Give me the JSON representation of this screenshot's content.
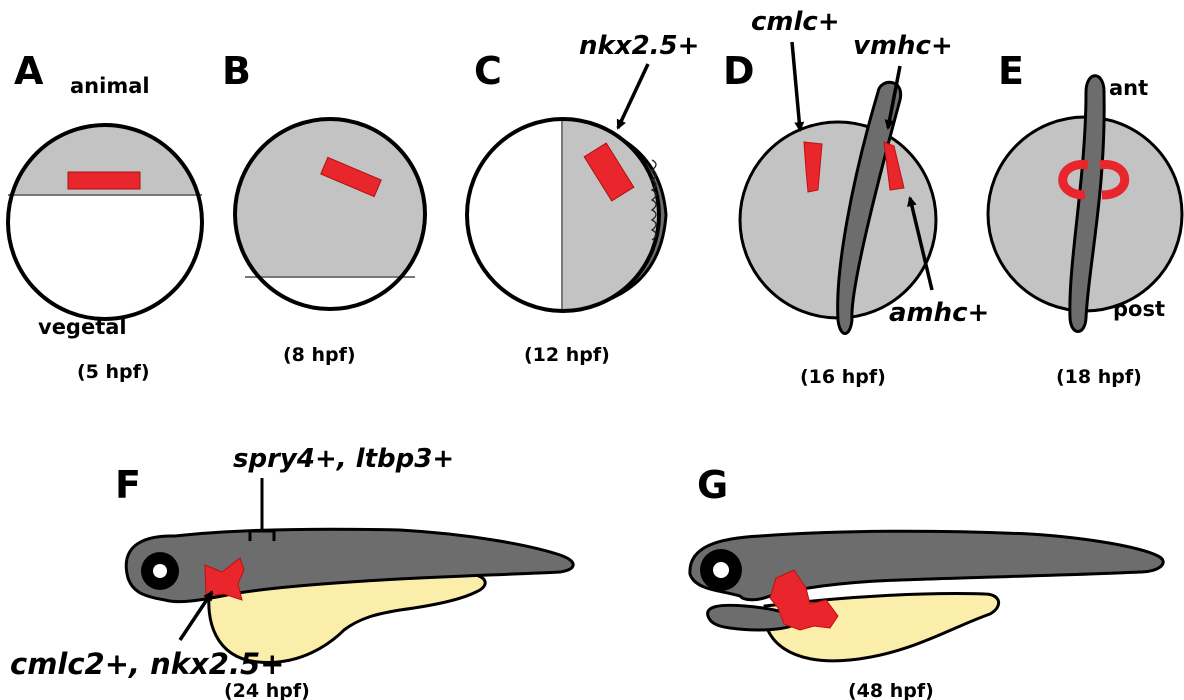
{
  "colors": {
    "grey_light": "#c3c3c3",
    "grey_dark": "#6d6d6d",
    "red": "#e8262b",
    "yolk": "#fbeeaa",
    "outline": "#000000",
    "white": "#ffffff"
  },
  "panels": {
    "a": {
      "letter": "A",
      "top_label": "animal",
      "bottom_label": "vegetal",
      "time": "(5 hpf)"
    },
    "b": {
      "letter": "B",
      "time": "(8 hpf)"
    },
    "c": {
      "letter": "C",
      "gene": "nkx2.5+",
      "time": "(12 hpf)"
    },
    "d": {
      "letter": "D",
      "gene_left": "cmlc+",
      "gene_right": "vmhc+",
      "gene_bottom": "amhc+",
      "time": "(16 hpf)"
    },
    "e": {
      "letter": "E",
      "top_label": "ant",
      "bottom_label": "post",
      "time": "(18 hpf)"
    },
    "f": {
      "letter": "F",
      "gene_top": "spry4+, ltbp3+",
      "gene_bottom": "cmlc2+, nkx2.5+",
      "time": "(24 hpf)"
    },
    "g": {
      "letter": "G",
      "time": "(48 hpf)"
    }
  }
}
